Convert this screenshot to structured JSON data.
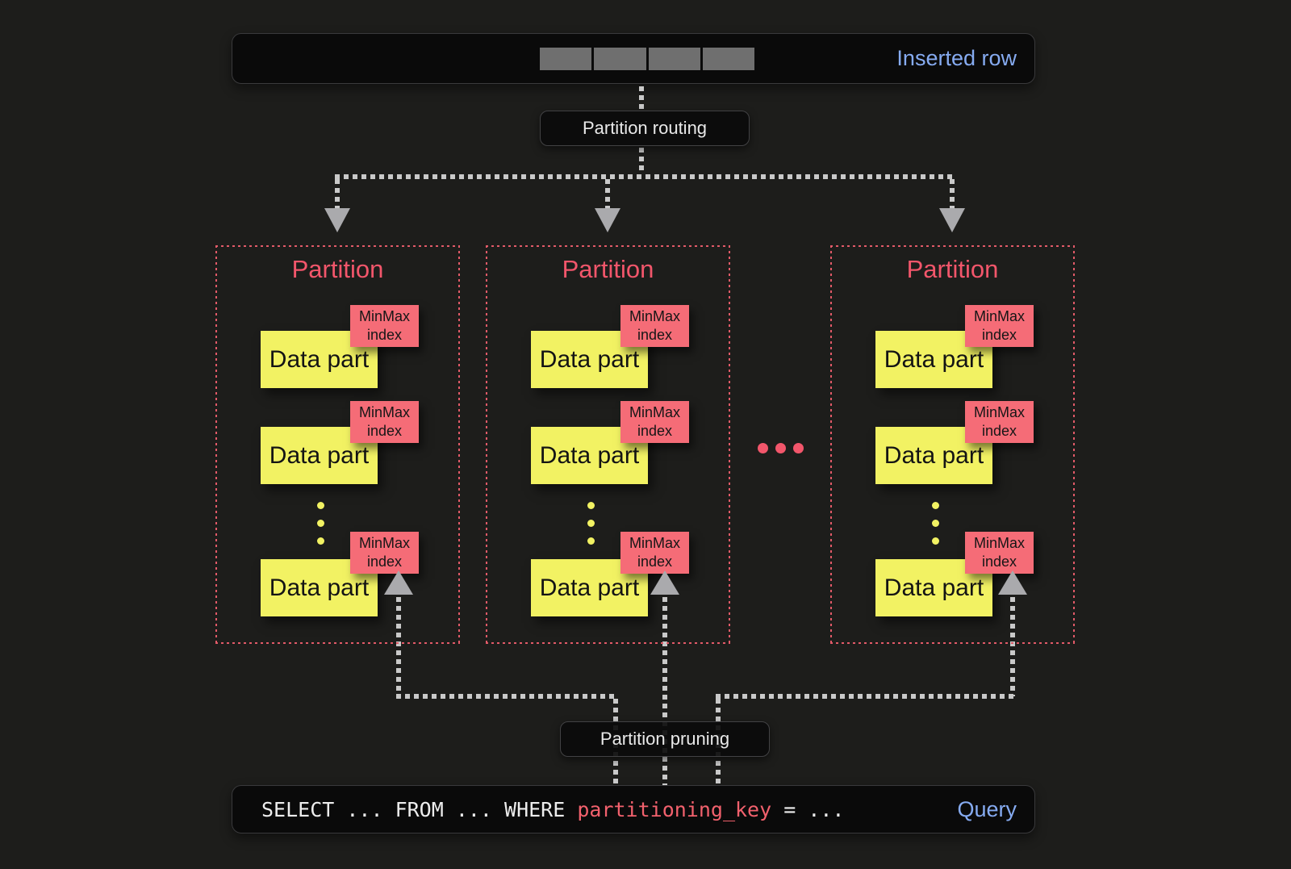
{
  "colors": {
    "background": "#1d1d1b",
    "bar_bg": "#0a0a0a",
    "accent_blue": "#86abf1",
    "accent_red": "#f2566b",
    "minmax_bg": "#f56c77",
    "datapart_bg": "#f2f263",
    "dot_gray": "#c9c9c9",
    "arrow_gray": "#aaaaad",
    "segment_gray": "#6f6f6f",
    "border_red": "#e25a68",
    "query_key": "#f2616d"
  },
  "inserted_row": {
    "label": "Inserted row",
    "segment_count": 4
  },
  "routing": {
    "label": "Partition routing"
  },
  "pruning": {
    "label": "Partition pruning"
  },
  "partitions": [
    {
      "title": "Partition",
      "data_parts": [
        {
          "label": "Data part",
          "index": "MinMax\nindex"
        },
        {
          "label": "Data part",
          "index": "MinMax\nindex"
        },
        {
          "label": "Data part",
          "index": "MinMax\nindex"
        }
      ]
    },
    {
      "title": "Partition",
      "data_parts": [
        {
          "label": "Data part",
          "index": "MinMax\nindex"
        },
        {
          "label": "Data part",
          "index": "MinMax\nindex"
        },
        {
          "label": "Data part",
          "index": "MinMax\nindex"
        }
      ]
    },
    {
      "title": "Partition",
      "data_parts": [
        {
          "label": "Data part",
          "index": "MinMax\nindex"
        },
        {
          "label": "Data part",
          "index": "MinMax\nindex"
        },
        {
          "label": "Data part",
          "index": "MinMax\nindex"
        }
      ]
    }
  ],
  "query": {
    "select": "SELECT ... FROM ... WHERE ",
    "key": "partitioning_key",
    "tail": " = ...",
    "label": "Query"
  }
}
